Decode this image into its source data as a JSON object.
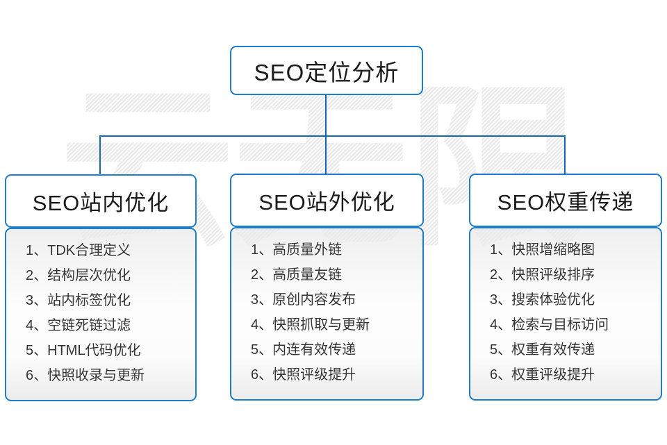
{
  "colors": {
    "border": "#1e7ecb",
    "line": "#1268b3",
    "header_text": "#1a1a1a",
    "item_text": "#333333",
    "watermark_stripe": "#e9e9e9"
  },
  "watermark": {
    "text": "云无限"
  },
  "root": {
    "title": "SEO定位分析"
  },
  "columns": [
    {
      "header": "SEO站内优化",
      "items": [
        "1、TDK合理定义",
        "2、结构层次优化",
        "3、站内标签优化",
        "4、空链死链过滤",
        "5、HTML代码优化",
        "6、快照收录与更新"
      ]
    },
    {
      "header": "SEO站外优化",
      "items": [
        "1、高质量外链",
        "2、高质量友链",
        "3、原创内容发布",
        "4、快照抓取与更新",
        "5、内连有效传递",
        "6、快照评级提升"
      ]
    },
    {
      "header": "SEO权重传递",
      "items": [
        "1、快照增缩略图",
        "2、快照评级排序",
        "3、搜索体验优化",
        "4、检索与目标访问",
        "5、权重有效传递",
        "6、权重评级提升"
      ]
    }
  ]
}
